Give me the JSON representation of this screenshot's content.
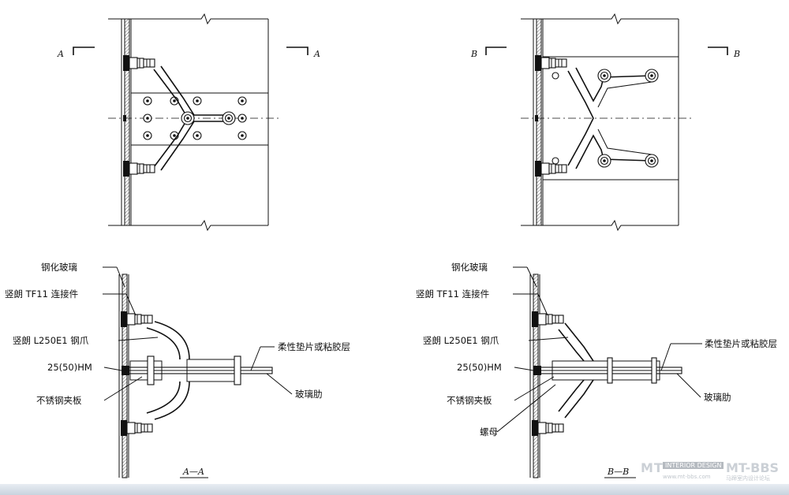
{
  "labels": {
    "glass": "钢化玻璃",
    "connector": "竖朗 TF11 连接件",
    "claw": "竖朗 L250E1 钢爪",
    "sealant": "25(50)HM",
    "plate": "不锈钢夹板",
    "pad": "柔性垫片或粘胶层",
    "fin": "玻璃肋",
    "nut": "螺母"
  },
  "sections": {
    "a": "A",
    "b": "B",
    "aa": "A—A",
    "bb": "B—B"
  },
  "watermark": {
    "brand_left": "MT",
    "badge": "INTERIOR DESIGN",
    "brand_right": "MT-BBS",
    "url": "www.mt-bbs.com",
    "tagline": "马蹄室内设计论坛"
  }
}
